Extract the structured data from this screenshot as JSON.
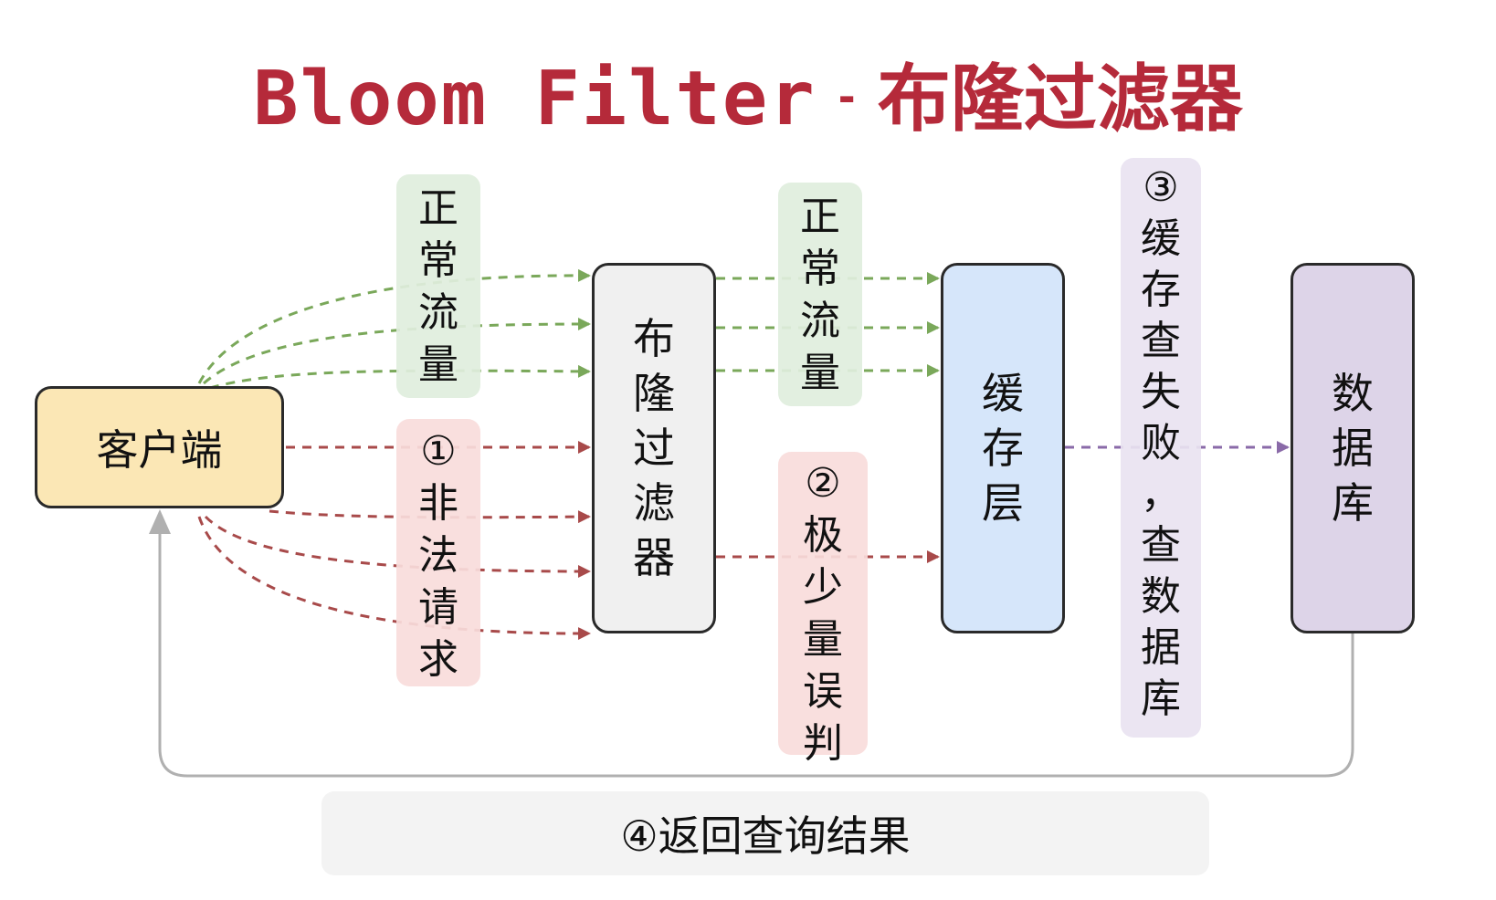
{
  "title": {
    "en": "Bloom Filter",
    "separator": "-",
    "cn": "布隆过滤器"
  },
  "nodes": {
    "client": "客户端",
    "bloom_filter": "布\n隆\n过\n滤\n器",
    "cache": "缓\n存\n层",
    "database": "数\n据\n库"
  },
  "labels": {
    "normal_traffic_1": "正\n常\n流\n量",
    "illegal_requests": "①\n非\n法\n请\n求",
    "normal_traffic_2": "正\n常\n流\n量",
    "false_positive": "②\n极\n少\n量\n误\n判",
    "cache_miss": "③\n缓\n存\n查\n失\n败\n，\n查\n数\n据\n库",
    "return_result": "④返回查询结果"
  },
  "colors": {
    "title": "#b52a3a",
    "normal_arrow": "#7aa85a",
    "illegal_arrow": "#a84a4a",
    "db_arrow": "#8a6aa8",
    "return_line": "#b0b0b0",
    "client_fill": "#fbe7b5",
    "bloom_fill": "#f0f0f0",
    "cache_fill": "#d6e6fa",
    "db_fill": "#ddd4e8"
  }
}
